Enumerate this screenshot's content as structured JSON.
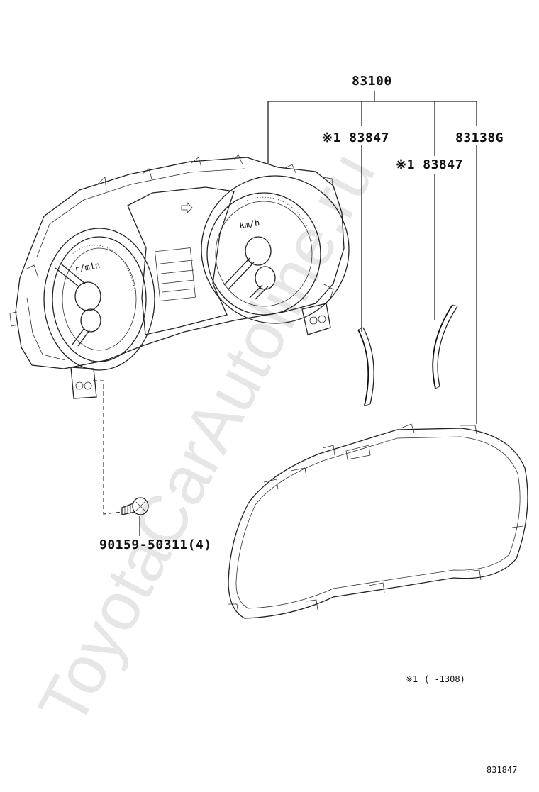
{
  "watermark": "ToyotaCarAutoline.ru",
  "labels": {
    "assembly": "83100",
    "lens_1": "※1 83847",
    "lens_2": "※1 83847",
    "cover": "83138G",
    "screw": "90159-50311(4)",
    "footnote_mark": "※1",
    "footnote_text": "(      -1308)",
    "diagram_id": "831847"
  },
  "gauge_text": {
    "tach_unit": "r/min",
    "speed_unit": "km/h"
  },
  "colors": {
    "line": "#222222",
    "watermark": "#e6e6e6",
    "background": "#ffffff"
  }
}
